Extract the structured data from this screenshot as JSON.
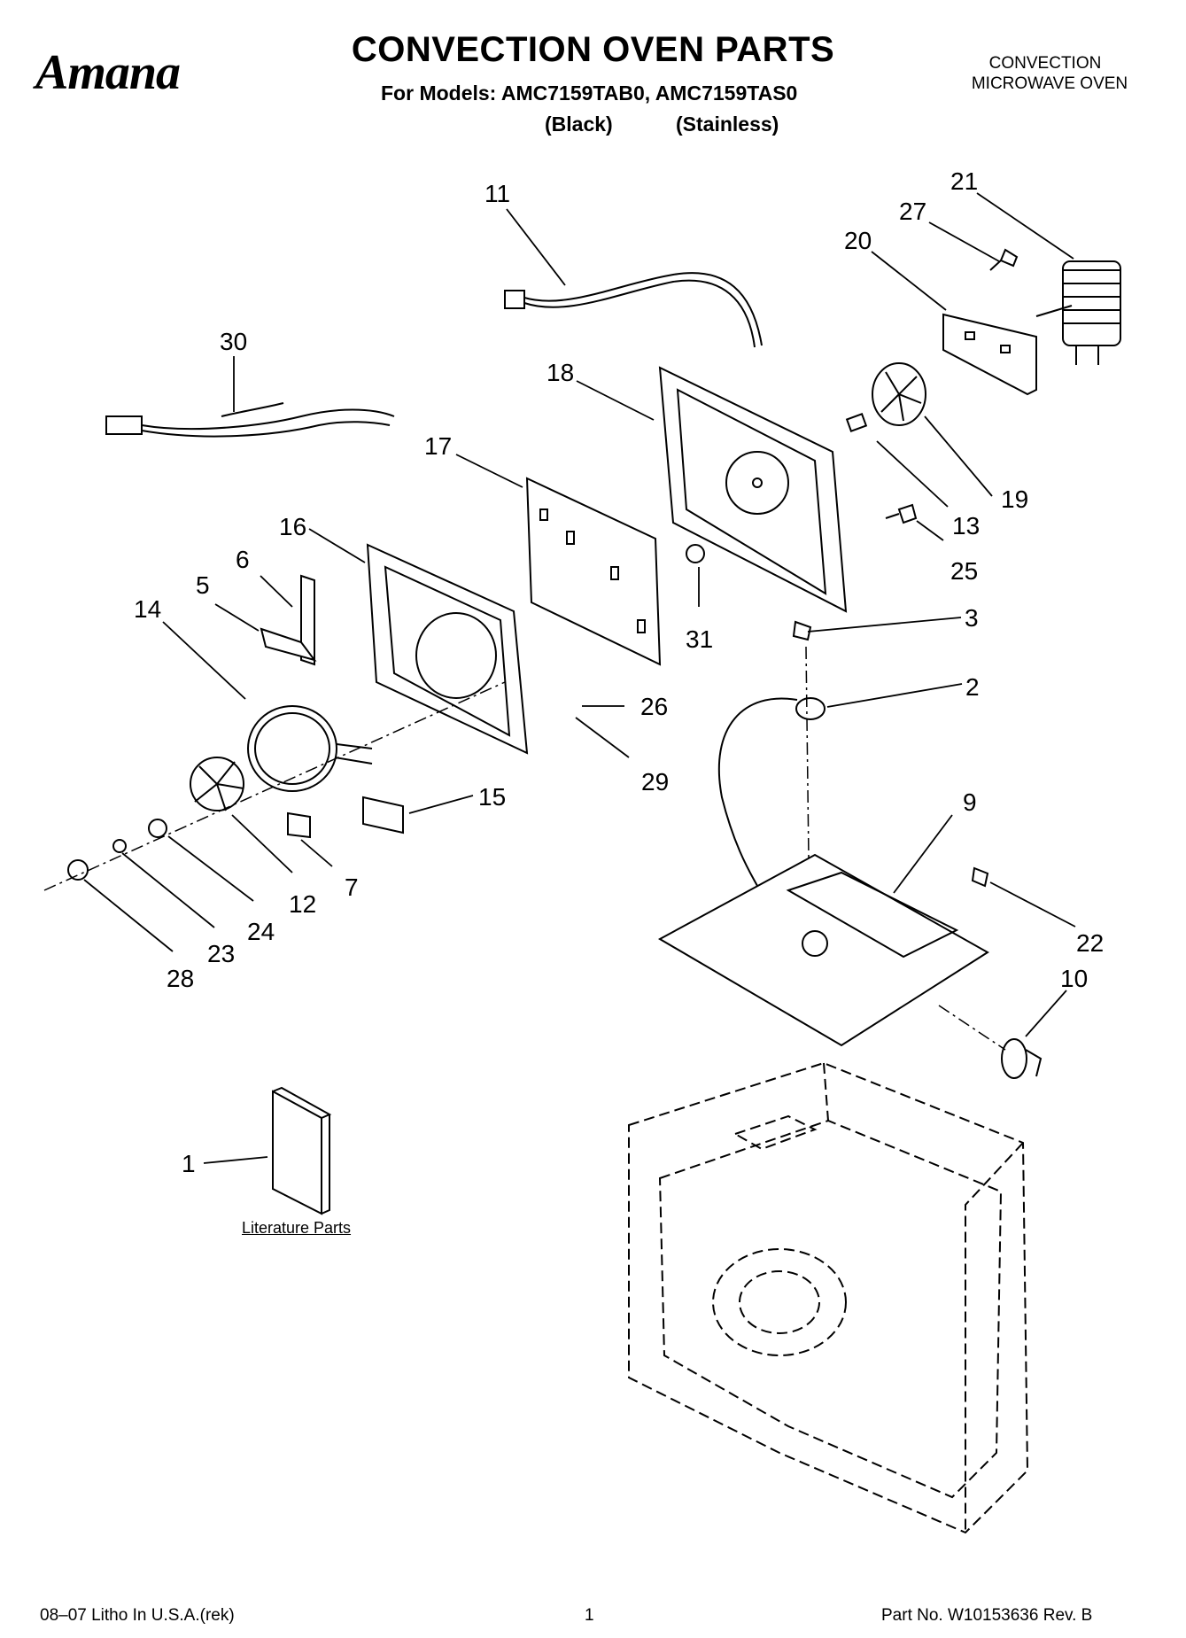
{
  "header": {
    "brand": "Amana",
    "title": "CONVECTION OVEN PARTS",
    "models_line": "For Models: AMC7159TAB0, AMC7159TAS0",
    "variant_black": "(Black)",
    "variant_stainless": "(Stainless)",
    "product_line1": "CONVECTION",
    "product_line2": "MICROWAVE OVEN"
  },
  "diagram": {
    "callouts": [
      "1",
      "2",
      "3",
      "5",
      "6",
      "7",
      "9",
      "10",
      "11",
      "12",
      "13",
      "14",
      "15",
      "16",
      "17",
      "18",
      "19",
      "20",
      "21",
      "22",
      "23",
      "24",
      "25",
      "26",
      "27",
      "28",
      "29",
      "30",
      "31"
    ],
    "literature_label": "Literature Parts"
  },
  "footer": {
    "left": "08–07 Litho In U.S.A.(rek)",
    "page": "1",
    "right": "Part No. W10153636 Rev. B"
  }
}
